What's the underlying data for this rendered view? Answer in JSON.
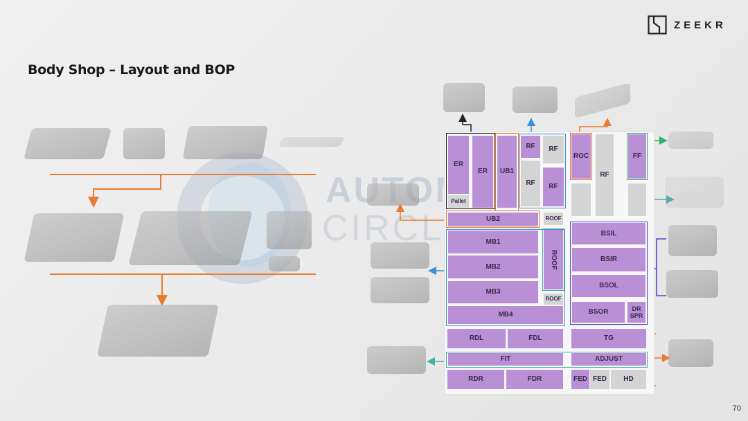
{
  "header": {
    "title": "Body Shop – Layout and BOP",
    "logo_text": "ZEEKR",
    "page_number": "70"
  },
  "watermark": {
    "line1": "AUTOMOTIVE",
    "line2": "CIRCLE"
  },
  "layout": {
    "cells": {
      "er1": "ER",
      "er2": "ER",
      "pallet": "Pallet",
      "ub1": "UB1",
      "rf1": "RF",
      "rf2": "RF",
      "rf3": "RF",
      "rf4": "RF",
      "roc": "ROC",
      "rf5": "RF",
      "ff": "FF",
      "ub2": "UB2",
      "roof_small_top": "ROOF",
      "mb1": "MB1",
      "mb2": "MB2",
      "mb3": "MB3",
      "mb4": "MB4",
      "roof_vertical": "ROOF",
      "roof_small_bottom": "ROOF",
      "bsil": "BSIL",
      "bsir": "BSIR",
      "bsol": "BSOL",
      "bsor": "BSOR",
      "dr_spr": "DR SPR",
      "rdl": "RDL",
      "fdl": "FDL",
      "tg": "TG",
      "fit": "FIT",
      "adjust": "ADJUST",
      "rdr": "RDR",
      "fdr": "FDR",
      "fed1": "FED",
      "fed2": "FED",
      "hd": "HD"
    }
  },
  "colors": {
    "orange": "#ec7a2c",
    "blue": "#3d8fd6",
    "teal": "#3fb3a6",
    "green": "#2fb36a",
    "indigo": "#4a44c8",
    "black": "#222222",
    "purple": "#b98fd6",
    "grey": "#d4d4d4"
  }
}
